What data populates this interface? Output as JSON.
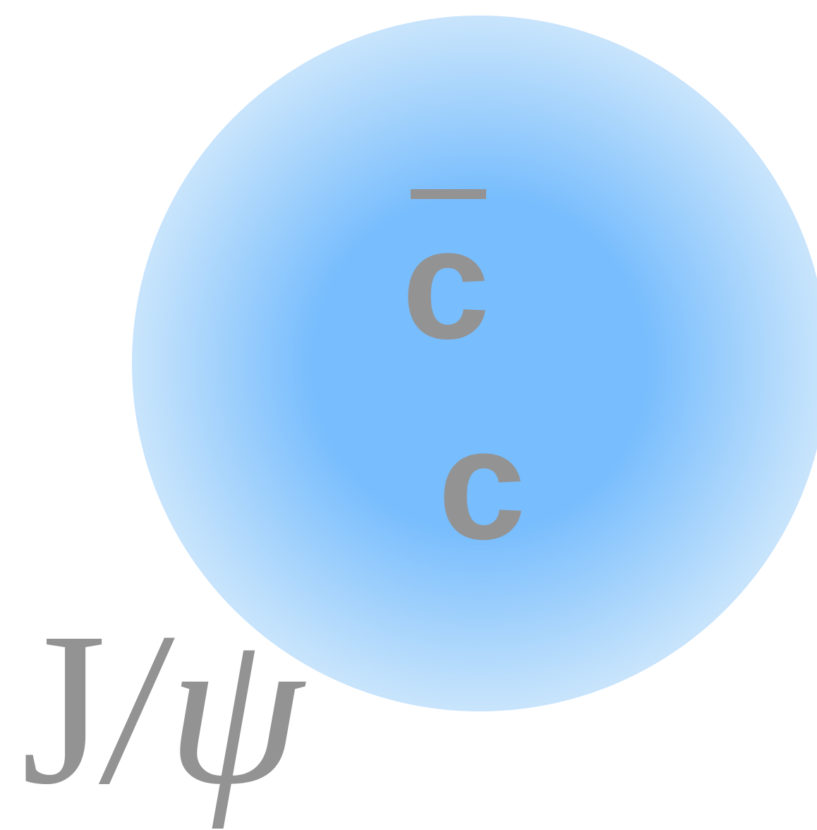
{
  "meson": {
    "label_j": "J",
    "label_slash": "/",
    "label_psi": "ψ"
  },
  "quarks": {
    "antiquark": "c",
    "quark": "c"
  },
  "colors": {
    "cloud_core": "#78bdfd",
    "cloud_mid": "#bfe0fc",
    "cloud_edge": "#eef6fb",
    "cloud_fade": "#fbfcf4",
    "text_gray": "#939393",
    "background": "#ffffff"
  }
}
